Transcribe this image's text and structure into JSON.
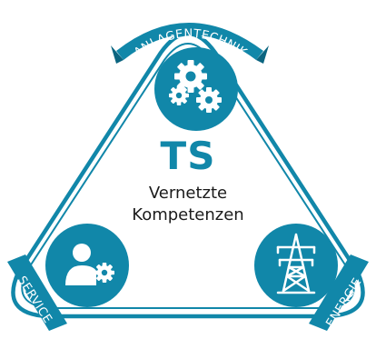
{
  "colors": {
    "primary": "#1187a9",
    "text": "#1b1b1b",
    "background": "#ffffff"
  },
  "center": {
    "title": "TS",
    "line1": "Vernetzte",
    "line2": "Kompetenzen"
  },
  "ribbons": {
    "top": "ANLAGENTECHNIK",
    "left": "SERVICE",
    "right": "ENERGIE"
  },
  "icons": {
    "top": "gears-icon",
    "left": "user-gear-icon",
    "right": "power-pylon-icon"
  }
}
